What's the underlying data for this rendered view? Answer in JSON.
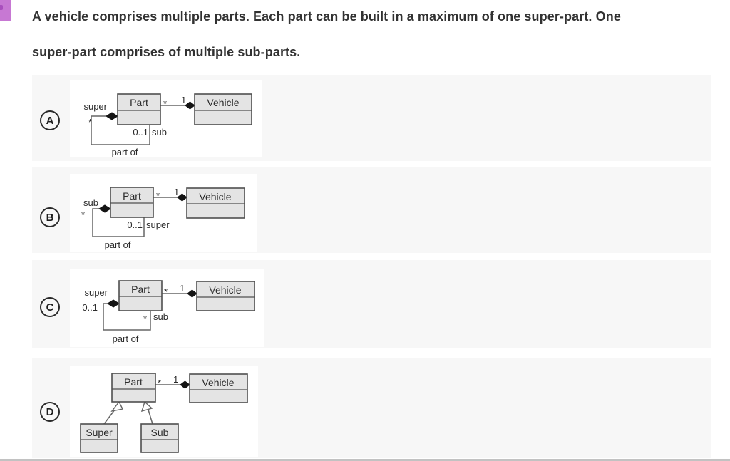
{
  "question": {
    "line1": "A vehicle comprises multiple parts. Each part can be built in a maximum of one super-part. One",
    "line2": "super-part comprises of multiple sub-parts."
  },
  "options": [
    {
      "letter": "A",
      "labels": {
        "part": "Part",
        "vehicle": "Vehicle",
        "assoc_part_mult": "*",
        "assoc_vehicle_mult": "1",
        "left_role": "super",
        "left_mult": "*",
        "bottom_mult": "0..1",
        "bottom_role": "sub",
        "assoc_name": "part of"
      }
    },
    {
      "letter": "B",
      "labels": {
        "part": "Part",
        "vehicle": "Vehicle",
        "assoc_part_mult": "*",
        "assoc_vehicle_mult": "1",
        "left_role": "sub",
        "left_mult": "*",
        "bottom_mult": "0..1",
        "bottom_role": "super",
        "assoc_name": "part of"
      }
    },
    {
      "letter": "C",
      "labels": {
        "part": "Part",
        "vehicle": "Vehicle",
        "assoc_part_mult": "*",
        "assoc_vehicle_mult": "1",
        "left_role": "super",
        "left_mult": "0..1",
        "bottom_mult": "*",
        "bottom_role": "sub",
        "assoc_name": "part of"
      }
    },
    {
      "letter": "D",
      "labels": {
        "part": "Part",
        "vehicle": "Vehicle",
        "assoc_part_mult": "*",
        "assoc_vehicle_mult": "1",
        "super_class": "Super",
        "sub_class": "Sub"
      }
    }
  ],
  "colors": {
    "accent_badge": "#c778d3",
    "row_background": "#f7f7f7",
    "class_fill": "#e4e4e4",
    "class_border": "#4f4f4f",
    "association_line": "#666666",
    "diamond": "#141414",
    "text": "#2b2b2b"
  }
}
